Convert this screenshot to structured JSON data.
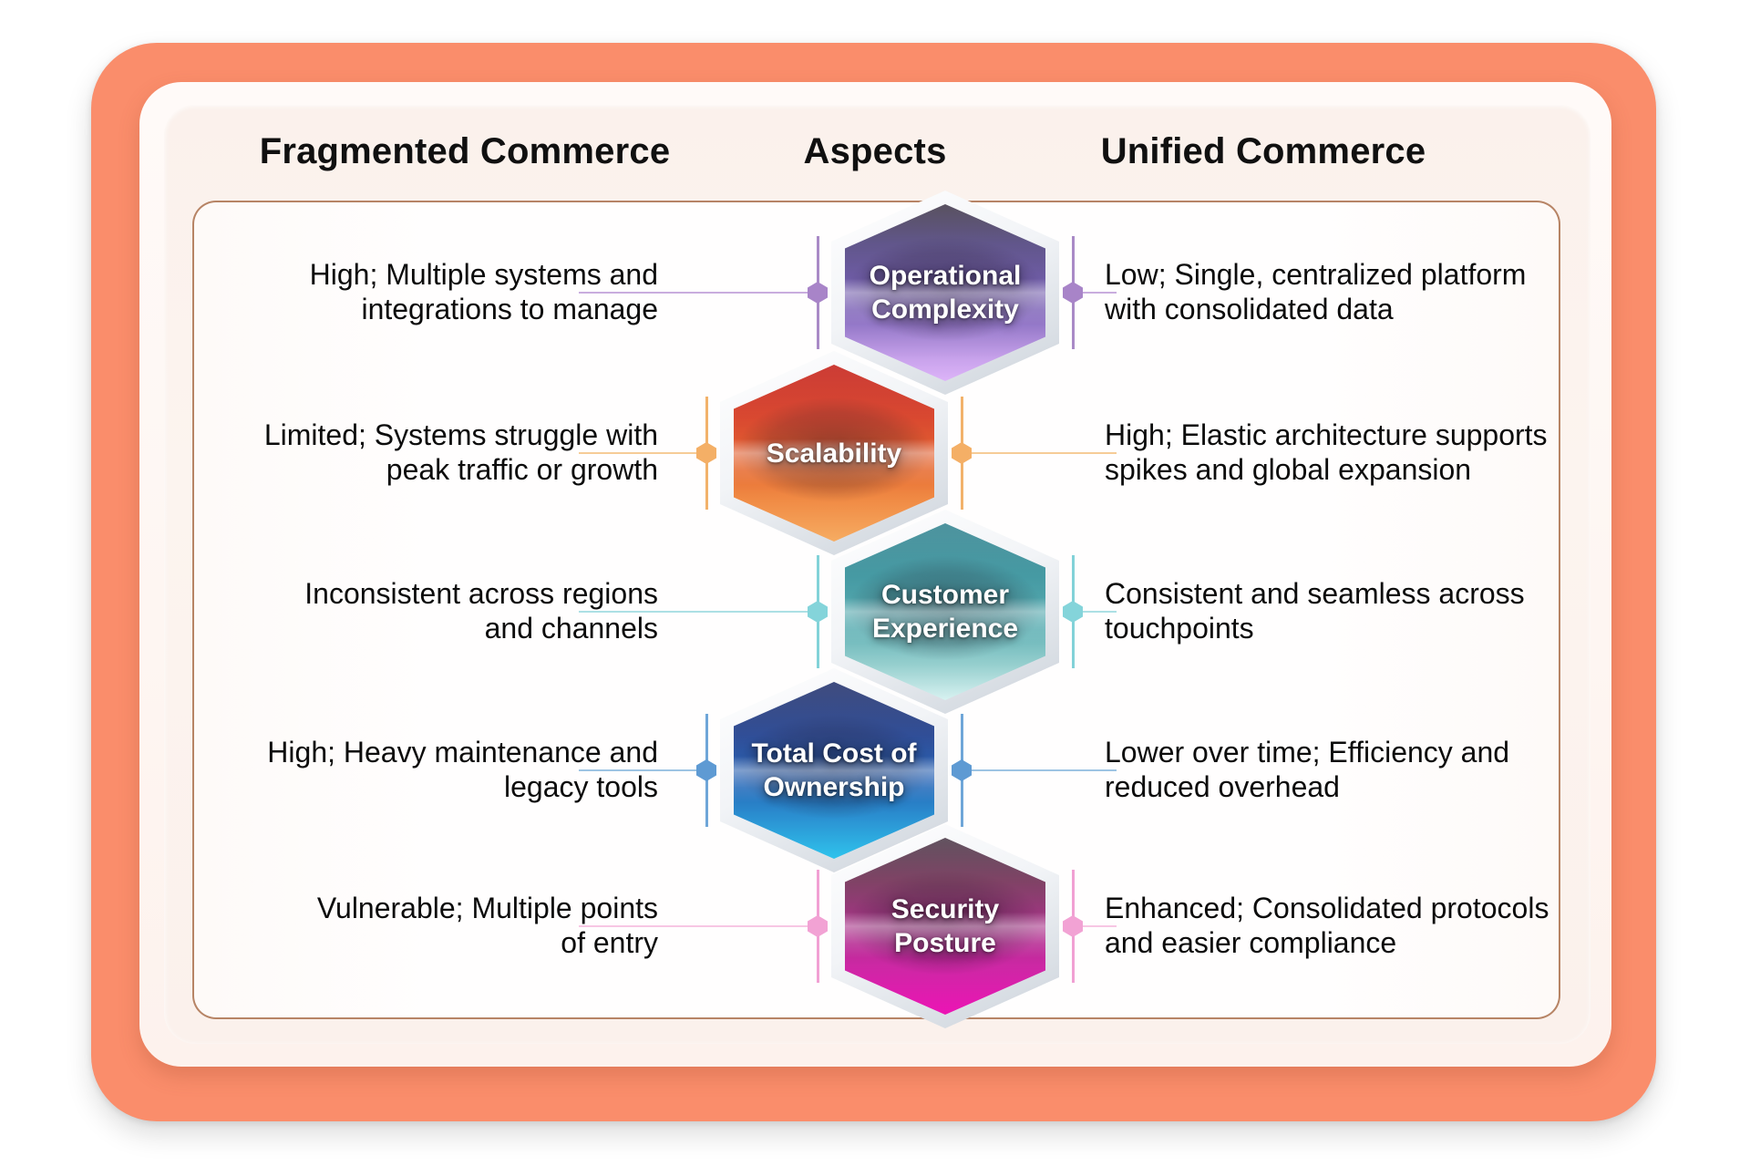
{
  "header": {
    "left": "Fragmented Commerce",
    "middle": "Aspects",
    "right": "Unified Commerce"
  },
  "rows": [
    {
      "aspect": "Operational\nComplexity",
      "fragmented": {
        "line1": "High; Multiple systems and",
        "line2": "integrations to manage"
      },
      "unified": {
        "line1": "Low; Single, centralized platform",
        "line2": "with consolidated data"
      },
      "accent_color": "#A884C8",
      "hex_gradient": [
        "#3A3142",
        "#6B57A5",
        "#DDB4F8"
      ]
    },
    {
      "aspect": "Scalability",
      "fragmented": {
        "line1": "Limited; Systems struggle with",
        "line2": "peak traffic or growth"
      },
      "unified": {
        "line1": "High; Elastic architecture supports",
        "line2": "spikes and global expansion"
      },
      "accent_color": "#F4AF66",
      "hex_gradient": [
        "#C2170F",
        "#E4652F",
        "#F6AC62"
      ]
    },
    {
      "aspect": "Customer\nExperience",
      "fragmented": {
        "line1": "Inconsistent across regions",
        "line2": "and channels"
      },
      "unified": {
        "line1": "Consistent and seamless across",
        "line2": "touchpoints"
      },
      "accent_color": "#84D4DA",
      "hex_gradient": [
        "#2C7F8C",
        "#57ABB0",
        "#D8F2F1"
      ]
    },
    {
      "aspect": "Total Cost of\nOwnership",
      "fragmented": {
        "line1": "High; Heavy maintenance and",
        "line2": "legacy tools"
      },
      "unified": {
        "line1": "Lower over time; Efficiency and",
        "line2": "reduced overhead"
      },
      "accent_color": "#5E9AD3",
      "hex_gradient": [
        "#1B2A66",
        "#2563B5",
        "#2FC3EC"
      ]
    },
    {
      "aspect": "Security\nPosture",
      "fragmented": {
        "line1": "Vulnerable; Multiple points",
        "line2": "of entry"
      },
      "unified": {
        "line1": "Enhanced; Consolidated protocols",
        "line2": "and easier compliance"
      },
      "accent_color": "#F2A2D4",
      "hex_gradient": [
        "#443241",
        "#A62F86",
        "#EC14B5"
      ]
    }
  ],
  "frame_colors": {
    "outer_frame": "#FA8D6B",
    "card_background": "#FDF3EE",
    "content_box_border": "#AA6E4B",
    "text": "#0D0D0D"
  }
}
